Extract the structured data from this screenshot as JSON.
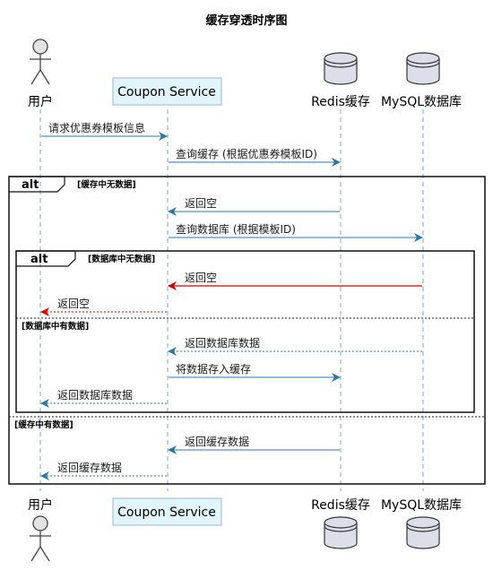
{
  "title": "缓存穿透时序图",
  "colors": {
    "arrow": "#2d77a4",
    "miss_arrow": "#d30000",
    "return_arrow": "#2d77a4",
    "box_fill": "#e2f4fc",
    "box_stroke": "#9ab8d1",
    "db_fill": "#dcdfea"
  },
  "participants": [
    {
      "id": "user",
      "label": "用户",
      "kind": "actor",
      "icon": "actor-icon"
    },
    {
      "id": "coupon",
      "label": "Coupon Service",
      "kind": "box"
    },
    {
      "id": "redis",
      "label": "Redis缓存",
      "kind": "database",
      "icon": "database-icon"
    },
    {
      "id": "mysql",
      "label": "MySQL数据库",
      "kind": "database",
      "icon": "database-icon"
    }
  ],
  "messages": [
    {
      "from": "user",
      "to": "coupon",
      "text": "请求优惠券模板信息",
      "style": "solid"
    },
    {
      "from": "coupon",
      "to": "redis",
      "text": "查询缓存 (根据优惠券模板ID)",
      "style": "solid"
    },
    {
      "from": "redis",
      "to": "coupon",
      "text": "返回空",
      "style": "solid"
    },
    {
      "from": "coupon",
      "to": "mysql",
      "text": "查询数据库 (根据模板ID)",
      "style": "solid"
    },
    {
      "from": "mysql",
      "to": "coupon",
      "text": "返回空",
      "style": "solid",
      "color": "red"
    },
    {
      "from": "coupon",
      "to": "user",
      "text": "返回空",
      "style": "dashed",
      "color": "red"
    },
    {
      "from": "mysql",
      "to": "coupon",
      "text": "返回数据库数据",
      "style": "dashed"
    },
    {
      "from": "coupon",
      "to": "redis",
      "text": "将数据存入缓存",
      "style": "solid"
    },
    {
      "from": "coupon",
      "to": "user",
      "text": "返回数据库数据",
      "style": "dashed"
    },
    {
      "from": "redis",
      "to": "coupon",
      "text": "返回缓存数据",
      "style": "solid"
    },
    {
      "from": "coupon",
      "to": "user",
      "text": "返回缓存数据",
      "style": "dashed"
    }
  ],
  "fragments": [
    {
      "tag": "alt",
      "guard": "[缓存中无数据]",
      "else_guard": "[缓存中有数据]"
    },
    {
      "tag": "alt",
      "guard": "[数据库中无数据]",
      "else_guard": "[数据库中有数据]"
    }
  ]
}
